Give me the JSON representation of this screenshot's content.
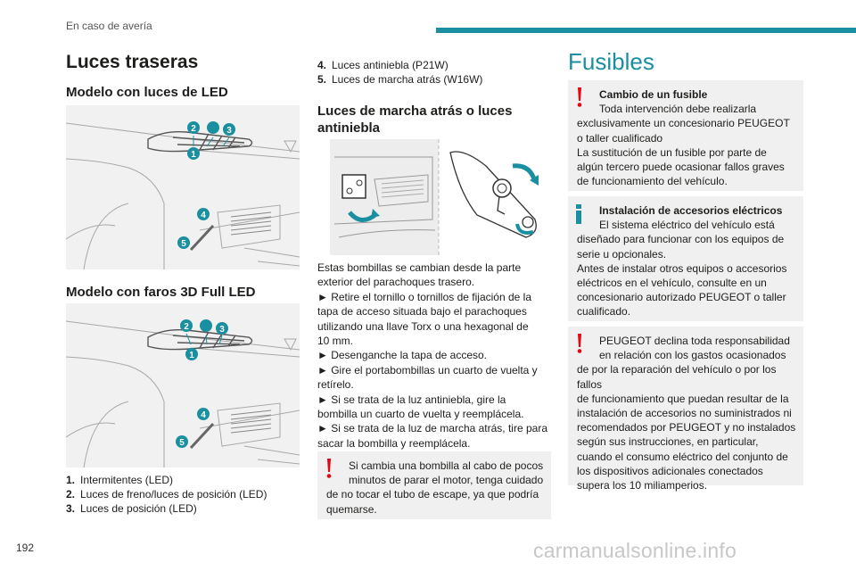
{
  "header": {
    "section": "En caso de avería",
    "bar_color": "#1a8fa0"
  },
  "left": {
    "title": "Luces traseras",
    "subtitle_led": "Modelo con luces de LED",
    "subtitle_3d": "Modelo con faros 3D Full LED",
    "callouts": [
      "1",
      "2",
      "3",
      "4",
      "5"
    ],
    "legend": [
      {
        "n": "1.",
        "text": "Intermitentes (LED)"
      },
      {
        "n": "2.",
        "text": "Luces de freno/luces de posición (LED)"
      },
      {
        "n": "3.",
        "text": "Luces de posición (LED)"
      }
    ]
  },
  "middle": {
    "list": [
      {
        "n": "4.",
        "text": "Luces antiniebla (P21W)"
      },
      {
        "n": "5.",
        "text": "Luces de marcha atrás (W16W)"
      }
    ],
    "subtitle_line1": "Luces de marcha atrás o luces",
    "subtitle_line2": "antiniebla",
    "paragraphs": [
      "Estas bombillas se cambian desde la parte",
      "exterior del parachoques trasero.",
      "► Retire el tornillo o tornillos de fijación de la",
      "tapa de acceso situada bajo el parachoques",
      "utilizando una llave Torx o una hexagonal de",
      "10 mm.",
      "► Desenganche la tapa de acceso.",
      "► Gire el portabombillas un cuarto de vuelta y",
      "retírelo.",
      "► Si se trata de la luz antiniebla, gire la",
      "bombilla un cuarto de vuelta y reemplácela.",
      "► Si se trata de la luz de marcha atrás, tire para",
      "sacar la bombilla y reemplácela."
    ],
    "warning_lines": [
      "Si cambia una bombilla al cabo de pocos",
      "minutos de parar el motor, tenga cuidado",
      "de no tocar el tubo de escape, ya que podría",
      "quemarse."
    ]
  },
  "right": {
    "title": "Fusibles",
    "note1_title": "Cambio de un fusible",
    "note1_lines": [
      "Toda intervención debe realizarla",
      "exclusivamente un concesionario PEUGEOT",
      "o taller cualificado",
      "La sustitución de un fusible por parte de",
      "algún tercero puede ocasionar fallos graves",
      "de funcionamiento del vehículo."
    ],
    "note2_title": "Instalación de accesorios eléctricos",
    "note2_lines": [
      "El sistema eléctrico del vehículo está",
      "diseñado para funcionar con los equipos de",
      "serie u opcionales.",
      "Antes de instalar otros equipos o accesorios",
      "eléctricos en el vehículo, consulte en un",
      "concesionario autorizado PEUGEOT o taller",
      "cualificado."
    ],
    "note3_lines": [
      "PEUGEOT declina toda responsabilidad",
      "en relación con los gastos ocasionados",
      "de por la reparación del vehículo o por los fallos",
      "de funcionamiento que puedan resultar de la",
      "instalación de accesorios no suministrados ni",
      "recomendados por PEUGEOT y no instalados",
      "según sus instrucciones, en particular,",
      "cuando el consumo eléctrico del conjunto de",
      "los dispositivos adicionales conectados",
      "supera los 10 miliamperios."
    ]
  },
  "footer": {
    "page_number": "192",
    "watermark": "carmanualsonline.info"
  },
  "colors": {
    "accent": "#1a8fa0",
    "warning": "#e30613",
    "info": "#1a8fa0",
    "note_bg": "#f0f0f0"
  }
}
